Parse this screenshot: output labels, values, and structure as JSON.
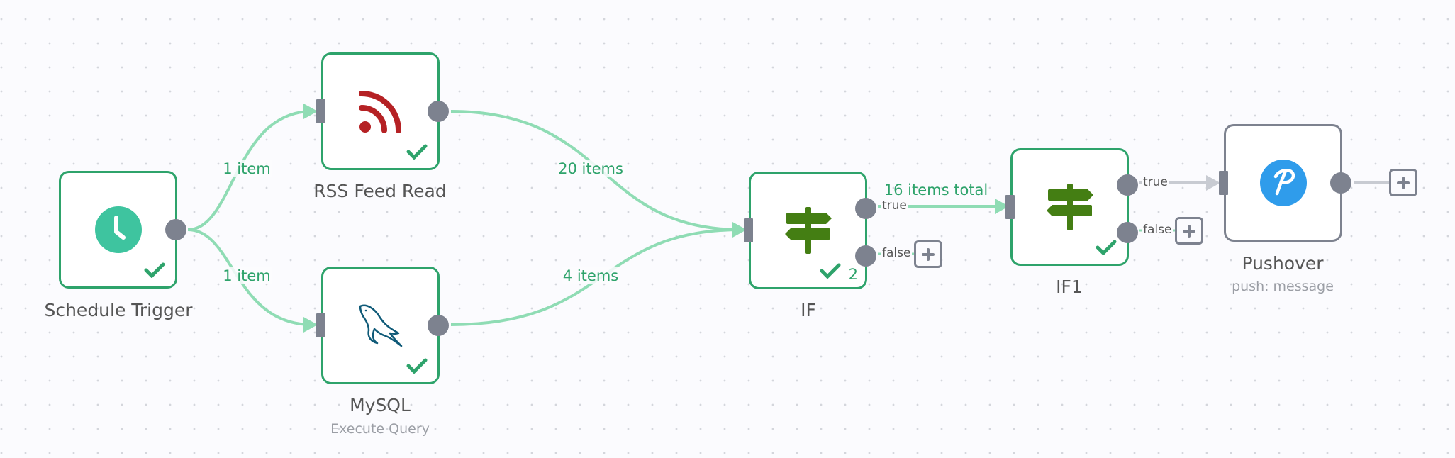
{
  "colors": {
    "success": "#2ea36b",
    "edge_success": "#8fdcb4",
    "edge_idle": "#c8cbd2",
    "port": "#7d828f",
    "rss": "#b52124",
    "schedule": "#3ec49f",
    "if_sign": "#447e13",
    "pushover": "#2f9ceb",
    "mysql": "#0f5a78"
  },
  "nodes": {
    "schedule_trigger": {
      "title": "Schedule Trigger",
      "icon": "clock-icon",
      "status": "success"
    },
    "rss_feed_read": {
      "title": "RSS Feed Read",
      "icon": "rss-icon",
      "status": "success"
    },
    "mysql": {
      "title": "MySQL",
      "subtitle": "Execute Query",
      "icon": "mysql-dolphin-icon",
      "status": "success"
    },
    "if": {
      "title": "IF",
      "icon": "signpost-icon",
      "status": "success",
      "run_count": "2",
      "outputs": [
        "true",
        "false"
      ]
    },
    "if1": {
      "title": "IF1",
      "icon": "signpost-icon",
      "status": "success",
      "outputs": [
        "true",
        "false"
      ]
    },
    "pushover": {
      "title": "Pushover",
      "subtitle": "push: message",
      "icon": "pushover-icon",
      "status": "idle"
    }
  },
  "edges": {
    "schedule_to_rss": "1 item",
    "schedule_to_mysql": "1 item",
    "rss_to_if": "20 items",
    "mysql_to_if": "4 items",
    "if_true_to_if1": "16 items total"
  }
}
